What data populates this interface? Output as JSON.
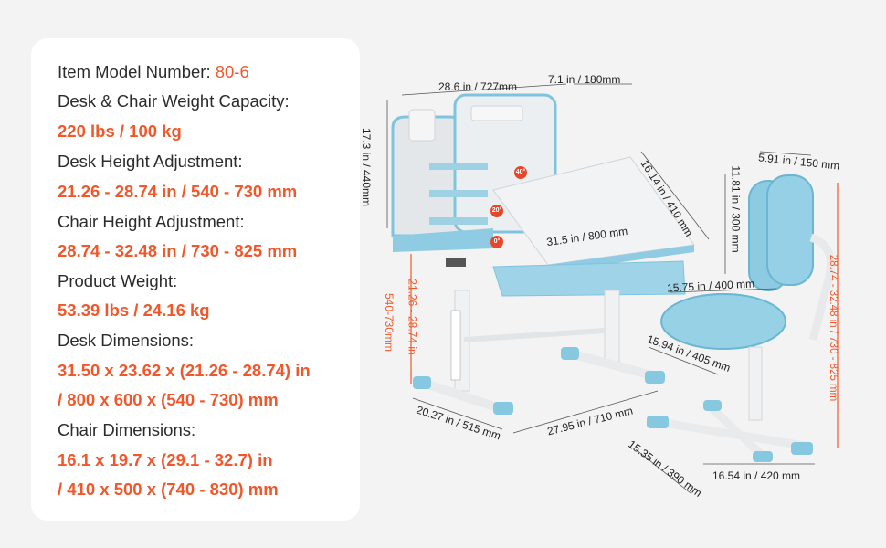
{
  "specs": {
    "model_label": "Item Model Number:",
    "model_value": "80-6",
    "capacity_label": "Desk & Chair Weight Capacity:",
    "capacity_value": "220 lbs / 100 kg",
    "desk_height_label": "Desk Height Adjustment:",
    "desk_height_value": "21.26 - 28.74 in / 540 - 730 mm",
    "chair_height_label": "Chair Height Adjustment:",
    "chair_height_value": "28.74 - 32.48 in / 730 - 825 mm",
    "weight_label": "Product Weight:",
    "weight_value": "53.39 lbs / 24.16 kg",
    "desk_dim_label": "Desk Dimensions:",
    "desk_dim_value_1": "31.50 x 23.62 x (21.26 - 28.74) in",
    "desk_dim_value_2": "/ 800 x 600 x (540 - 730) mm",
    "chair_dim_label": "Chair Dimensions:",
    "chair_dim_value_1": "16.1 x 19.7 x (29.1 - 32.7) in",
    "chair_dim_value_2": "/ 410 x 500 x (740 - 830) mm"
  },
  "dimensions": {
    "shelf_width": "28.6 in / 727mm",
    "shelf_depth": "7.1 in / 180mm",
    "shelf_height": "17.3 in / 440mm",
    "tabletop_depth": "16.14 in / 410 mm",
    "tabletop_width": "31.5 in / 800 mm",
    "desk_height": "21.26 - 28.74 in",
    "desk_height_mm": "540-730mm",
    "desk_base_depth": "20.27 in / 515 mm",
    "desk_base_width": "27.95 in / 710 mm",
    "backrest_width": "5.91 in / 150 mm",
    "backrest_height": "11.81 in / 300 mm",
    "seat_width": "15.75 in / 400 mm",
    "seat_depth": "15.94 in / 405 mm",
    "chair_height": "28.74 - 32.48 in / 730 - 825 mm",
    "chair_base_depth": "15.35 in / 390 mm",
    "chair_base_width": "16.54 in / 420 mm"
  },
  "angles": {
    "a40": "40°",
    "a20": "20°",
    "a0": "0°"
  },
  "colors": {
    "accent": "#f0582b",
    "product_blue": "#7fc4de",
    "card": "#ffffff",
    "background": "#f3f3f3"
  }
}
